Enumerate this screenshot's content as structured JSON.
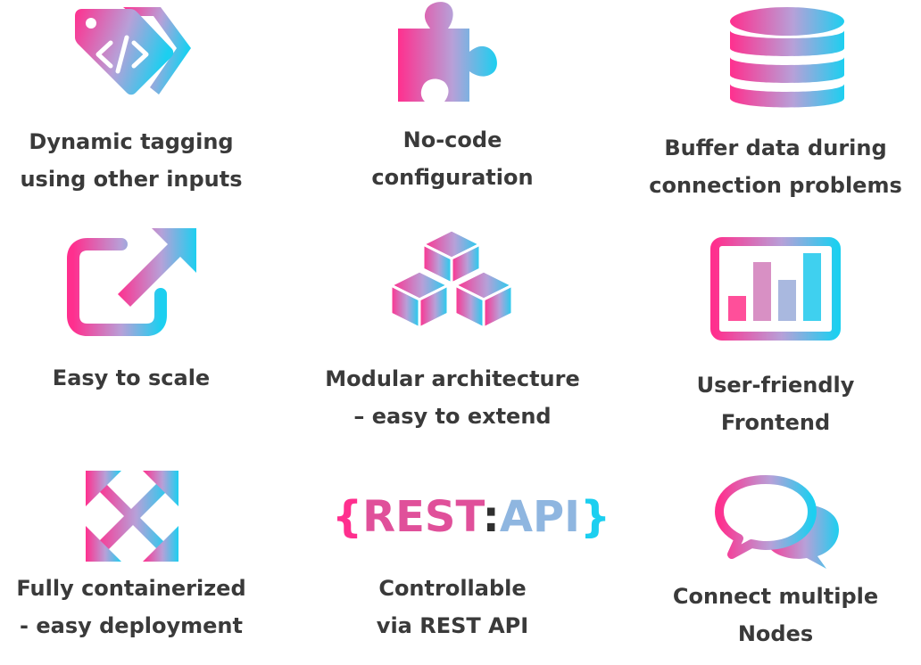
{
  "colors": {
    "gradient_start": "#ff2f8e",
    "gradient_mid": "#b7a0d8",
    "gradient_end": "#1ccff0",
    "text": "#3a3a3a",
    "background": "#ffffff"
  },
  "features": [
    {
      "icon": "price-tag-code-icon",
      "line1": "Dynamic tagging",
      "line2": "using other inputs"
    },
    {
      "icon": "puzzle-piece-icon",
      "line1": "No-code",
      "line2": "configuration"
    },
    {
      "icon": "database-icon",
      "line1": "Buffer data during",
      "line2": "connection problems"
    },
    {
      "icon": "external-link-scale-icon",
      "line1": "Easy to scale",
      "line2": ""
    },
    {
      "icon": "cubes-icon",
      "line1": "Modular architecture",
      "line2": "– easy to extend"
    },
    {
      "icon": "bar-chart-monitor-icon",
      "line1": "User-friendly",
      "line2": "Frontend"
    },
    {
      "icon": "expand-arrows-icon",
      "line1": "Fully containerized",
      "line2": "- easy deployment"
    },
    {
      "icon": "rest-api-logo-icon",
      "line1": "Controllable",
      "line2": "via REST API"
    },
    {
      "icon": "chat-bubbles-icon",
      "line1": "Connect multiple",
      "line2": "Nodes"
    }
  ],
  "rest_logo": {
    "open_brace": "{",
    "rest": "REST",
    "colon": ":",
    "api": "API",
    "close_brace": "}"
  }
}
